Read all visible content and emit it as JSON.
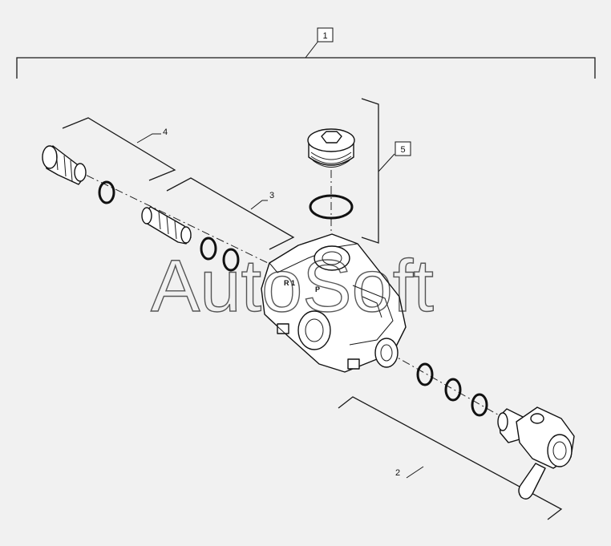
{
  "diagram": {
    "callouts": {
      "assembly": "1",
      "part_2": "2",
      "part_3": "3",
      "part_4": "4",
      "part_5": "5"
    },
    "body_markings": {
      "port_r1": "R 1",
      "port_p": "P"
    },
    "watermark": "AutoSoft"
  }
}
